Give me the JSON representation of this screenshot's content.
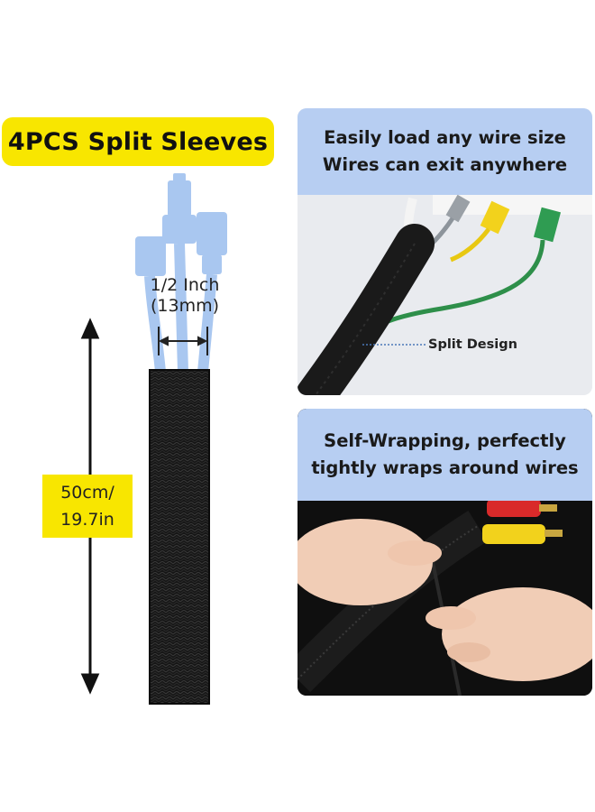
{
  "title": "4PCS Split Sleeves",
  "dimensions": {
    "diameter_line1": "1/2 Inch",
    "diameter_line2": "(13mm)",
    "length_line1": "50cm/",
    "length_line2": "19.7in"
  },
  "panels": {
    "top": {
      "line1": "Easily load any wire size",
      "line2": "Wires can exit anywhere",
      "callout": "Split Design"
    },
    "bottom": {
      "line1": "Self-Wrapping, perfectly",
      "line2": "tightly wraps around wires"
    }
  },
  "colors": {
    "badge_yellow": "#f8e600",
    "header_blue": "#b7cef2",
    "plug_blue": "#a9c7f0",
    "sleeve_black": "#161616",
    "wire_green": "#2e8f4a",
    "wire_yellow": "#f2d21c",
    "plug_red": "#d92a2a"
  }
}
